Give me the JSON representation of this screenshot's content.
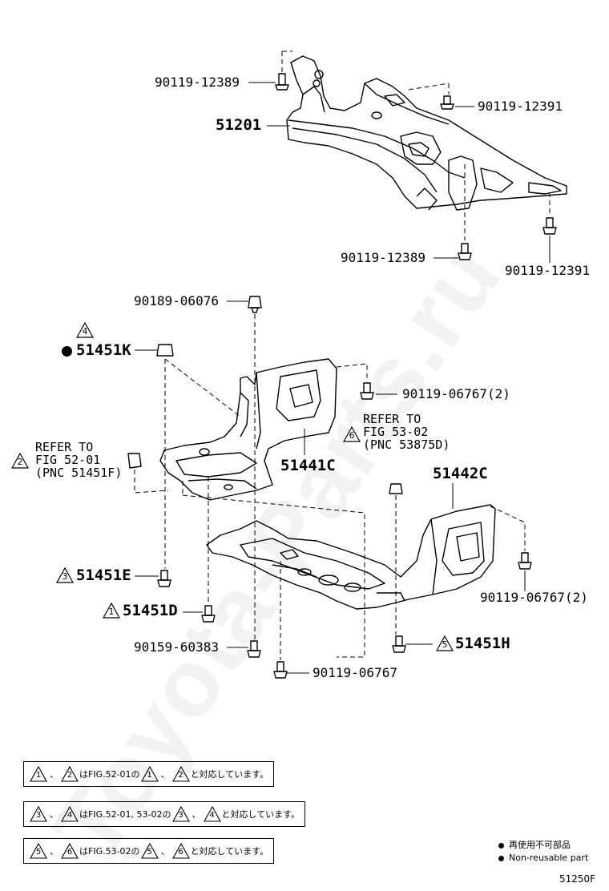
{
  "watermark": "Toyota-Parts.ru",
  "parts": {
    "p_90119_12389_a": "90119-12389",
    "p_51201": "51201",
    "p_90119_12391_a": "90119-12391",
    "p_90119_12389_b": "90119-12389",
    "p_90119_12391_b": "90119-12391",
    "p_90189_06076": "90189-06076",
    "p_51451K": "51451K",
    "p_90119_06767_2a": "90119-06767(2)",
    "p_51441C": "51441C",
    "p_51442C": "51442C",
    "p_51451E": "51451E",
    "p_90119_06767_2b": "90119-06767(2)",
    "p_51451D": "51451D",
    "p_90159_60383": "90159-60383",
    "p_51451H": "51451H",
    "p_90119_06767": "90119-06767"
  },
  "refers": {
    "left": "REFER TO\nFIG 52-01\n(PNC 51451F)",
    "right": "REFER TO\nFIG 53-02\n(PNC 53875D)"
  },
  "triangles": {
    "t4": "4",
    "t2": "2",
    "t6": "6",
    "t3": "3",
    "t1": "1",
    "t5": "5"
  },
  "notes": {
    "n1": {
      "a": "1",
      "b": "2",
      "mid": "はFIG.52-01の",
      "c": "1",
      "d": "2",
      "end": "と対応しています。"
    },
    "n2": {
      "a": "3",
      "b": "4",
      "mid": "はFIG.52-01, 53-02の",
      "c": "3",
      "d": "4",
      "end": "と対応しています。"
    },
    "n3": {
      "a": "5",
      "b": "6",
      "mid": "はFIG.53-02の",
      "c": "5",
      "d": "6",
      "end": "と対応しています。"
    },
    "sep": "、"
  },
  "legend": {
    "jp": "再使用不可部品",
    "en": "Non-reusable part"
  },
  "figure_id": "51250F"
}
